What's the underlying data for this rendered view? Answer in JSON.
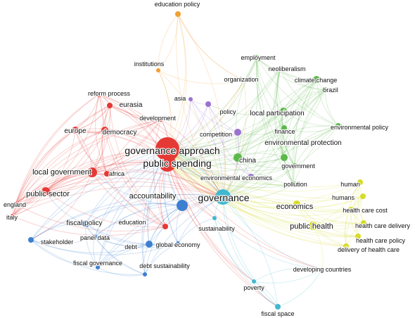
{
  "clusters": {
    "red": "#e53935",
    "blue": "#3d7fd1",
    "green": "#5cb84a",
    "yellow": "#d6dc27",
    "purple": "#9c72cf",
    "orange": "#f0a030",
    "cyan": "#40b8d0"
  },
  "nodes": [
    {
      "id": "governance-approach",
      "label": "governance approach",
      "cluster": "red",
      "weight": 10
    },
    {
      "id": "public-spending",
      "label": "public spending",
      "cluster": "red",
      "weight": 10
    },
    {
      "id": "governance",
      "label": "governance",
      "cluster": "cyan",
      "weight": 9
    },
    {
      "id": "local-government",
      "label": "local government",
      "cluster": "red",
      "weight": 6
    },
    {
      "id": "public-sector",
      "label": "public sector",
      "cluster": "red",
      "weight": 5
    },
    {
      "id": "accountability",
      "label": "accountability",
      "cluster": "blue",
      "weight": 5
    },
    {
      "id": "public-health",
      "label": "public health",
      "cluster": "yellow",
      "weight": 5
    },
    {
      "id": "economics",
      "label": "economics",
      "cluster": "yellow",
      "weight": 4
    },
    {
      "id": "europe",
      "label": "europe",
      "cluster": "red",
      "weight": 4
    },
    {
      "id": "democracy",
      "label": "democracy",
      "cluster": "red",
      "weight": 4
    },
    {
      "id": "eurasia",
      "label": "eurasia",
      "cluster": "red",
      "weight": 3
    },
    {
      "id": "reform-process",
      "label": "reform process",
      "cluster": "red",
      "weight": 2
    },
    {
      "id": "development",
      "label": "development",
      "cluster": "red",
      "weight": 2
    },
    {
      "id": "africa",
      "label": "africa",
      "cluster": "red",
      "weight": 2
    },
    {
      "id": "england",
      "label": "england",
      "cluster": "red",
      "weight": 2
    },
    {
      "id": "italy",
      "label": "italy",
      "cluster": "red",
      "weight": 2
    },
    {
      "id": "education",
      "label": "education",
      "cluster": "red",
      "weight": 2
    },
    {
      "id": "fiscal-policy",
      "label": "fiscal policy",
      "cluster": "blue",
      "weight": 3
    },
    {
      "id": "stakeholder",
      "label": "stakeholder",
      "cluster": "blue",
      "weight": 2
    },
    {
      "id": "panel-data",
      "label": "panel data",
      "cluster": "blue",
      "weight": 2
    },
    {
      "id": "debt",
      "label": "debt",
      "cluster": "blue",
      "weight": 3
    },
    {
      "id": "global-economy",
      "label": "global economy",
      "cluster": "blue",
      "weight": 2
    },
    {
      "id": "fiscal-governance",
      "label": "fiscal governance",
      "cluster": "blue",
      "weight": 2
    },
    {
      "id": "debt-sustainability",
      "label": "debt sustainability",
      "cluster": "blue",
      "weight": 2
    },
    {
      "id": "sustainability",
      "label": "sustainability",
      "cluster": "cyan",
      "weight": 2
    },
    {
      "id": "poverty",
      "label": "poverty",
      "cluster": "cyan",
      "weight": 2
    },
    {
      "id": "fiscal-space",
      "label": "fiscal space",
      "cluster": "cyan",
      "weight": 2
    },
    {
      "id": "developing-countries",
      "label": "developing countries",
      "cluster": "cyan",
      "weight": 2
    },
    {
      "id": "education-policy",
      "label": "education policy",
      "cluster": "orange",
      "weight": 2
    },
    {
      "id": "institutions",
      "label": "institutions",
      "cluster": "orange",
      "weight": 2
    },
    {
      "id": "organization",
      "label": "organization",
      "cluster": "orange",
      "weight": 2
    },
    {
      "id": "asia",
      "label": "asia",
      "cluster": "purple",
      "weight": 2
    },
    {
      "id": "policy",
      "label": "policy",
      "cluster": "purple",
      "weight": 2
    },
    {
      "id": "competition",
      "label": "competition",
      "cluster": "purple",
      "weight": 2
    },
    {
      "id": "environmental-economics",
      "label": "environmental economics",
      "cluster": "purple",
      "weight": 2
    },
    {
      "id": "employment",
      "label": "employment",
      "cluster": "green",
      "weight": 2
    },
    {
      "id": "neoliberalism",
      "label": "neoliberalism",
      "cluster": "green",
      "weight": 2
    },
    {
      "id": "climate-change",
      "label": "climate change",
      "cluster": "green",
      "weight": 2
    },
    {
      "id": "brazil",
      "label": "brazil",
      "cluster": "green",
      "weight": 2
    },
    {
      "id": "local-participation",
      "label": "local participation",
      "cluster": "green",
      "weight": 3
    },
    {
      "id": "finance",
      "label": "finance",
      "cluster": "green",
      "weight": 2
    },
    {
      "id": "environmental-policy",
      "label": "environmental policy",
      "cluster": "green",
      "weight": 2
    },
    {
      "id": "environmental-protection",
      "label": "environmental protection",
      "cluster": "green",
      "weight": 3
    },
    {
      "id": "china",
      "label": "china",
      "cluster": "green",
      "weight": 3
    },
    {
      "id": "government",
      "label": "government",
      "cluster": "green",
      "weight": 2
    },
    {
      "id": "pollution",
      "label": "pollution",
      "cluster": "green",
      "weight": 2
    },
    {
      "id": "human",
      "label": "human",
      "cluster": "yellow",
      "weight": 2
    },
    {
      "id": "humans",
      "label": "humans",
      "cluster": "yellow",
      "weight": 2
    },
    {
      "id": "health-care-cost",
      "label": "health care cost",
      "cluster": "yellow",
      "weight": 2
    },
    {
      "id": "health-care-delivery",
      "label": "health care delivery",
      "cluster": "yellow",
      "weight": 2
    },
    {
      "id": "health-care-policy",
      "label": "health care policy",
      "cluster": "yellow",
      "weight": 2
    },
    {
      "id": "delivery-of-health-care",
      "label": "delivery of health care",
      "cluster": "yellow",
      "weight": 2
    }
  ]
}
